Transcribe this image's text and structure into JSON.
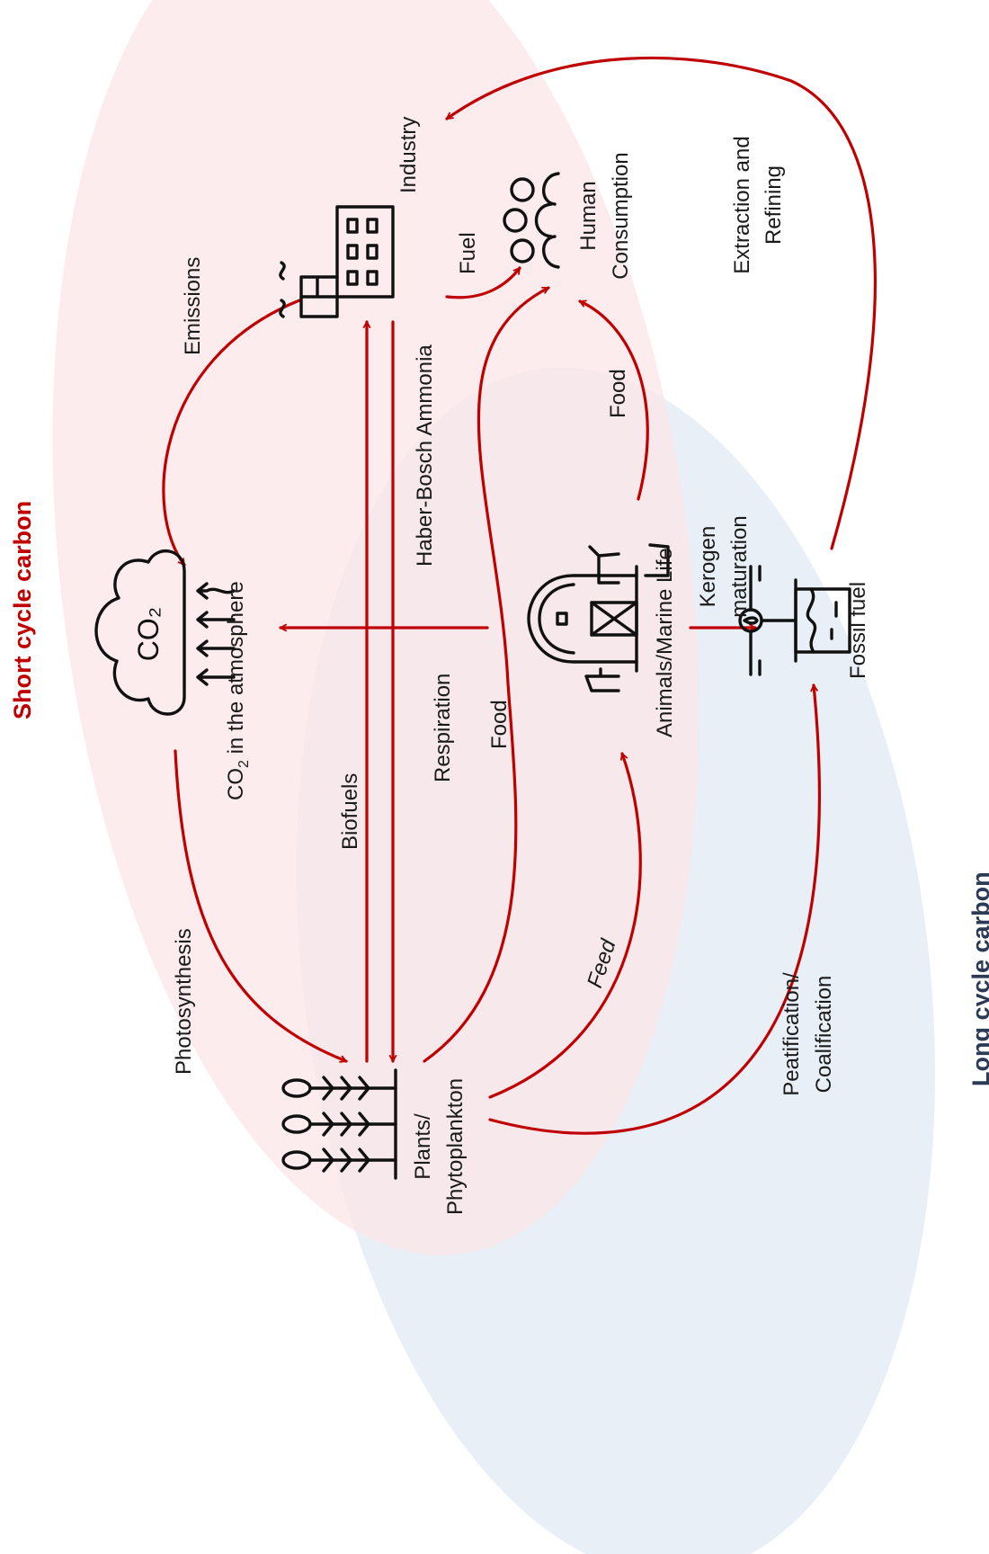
{
  "colors": {
    "short_cycle_fill": "#fbe4e6",
    "long_cycle_fill": "#e6edf5",
    "arrow": "#c00000",
    "short_cycle_title": "#c00000",
    "long_cycle_title": "#2b3a55"
  },
  "regions": {
    "short_cycle": "Short cycle carbon",
    "long_cycle": "Long cycle carbon"
  },
  "nodes": {
    "co2_icon_text": "CO₂",
    "co2_label_prefix": "CO",
    "co2_label_sub": "2",
    "co2_label_suffix": " in the atmosphere",
    "industry": "Industry",
    "human_line1": "Human",
    "human_line2": "Consumption",
    "plants_line1": "Plants/",
    "plants_line2": "Phytoplankton",
    "animals": "Animals/Marine Life",
    "fossil": "Fossil fuel"
  },
  "flows": {
    "emissions": "Emissions",
    "fuel": "Fuel",
    "extraction_line1": "Extraction and",
    "extraction_line2": "Refining",
    "haber_bosch": "Haber-Bosch Ammonia",
    "biofuels": "Biofuels",
    "respiration": "Respiration",
    "food_plants": "Food",
    "food_animals": "Food",
    "kerogen_line1": "Kerogen",
    "kerogen_line2": "maturation",
    "photosynthesis": "Photosynthesis",
    "feed": "Feed",
    "peat_line1": "Peatification/",
    "peat_line2": "Coalification"
  },
  "icons": [
    "cloud-co2-icon",
    "factory-icon",
    "people-icon",
    "plants-icon",
    "barn-animals-icon",
    "oil-well-icon"
  ]
}
